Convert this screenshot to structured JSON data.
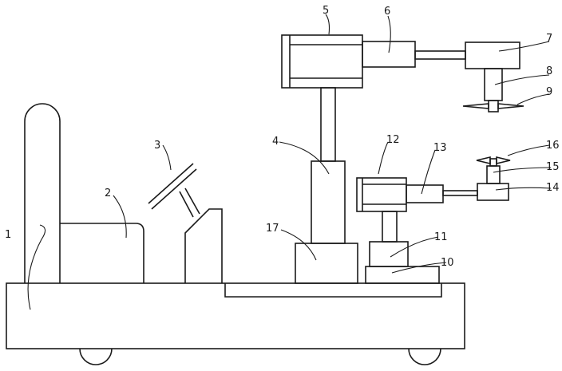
{
  "labels": {
    "l1": "1",
    "l2": "2",
    "l3": "3",
    "l4": "4",
    "l5": "5",
    "l6": "6",
    "l7": "7",
    "l8": "8",
    "l9": "9",
    "l10": "10",
    "l11": "11",
    "l12": "12",
    "l13": "13",
    "l14": "14",
    "l15": "15",
    "l16": "16",
    "l17": "17"
  },
  "colors": {
    "line": "#1a1a1a",
    "background": "#ffffff"
  }
}
